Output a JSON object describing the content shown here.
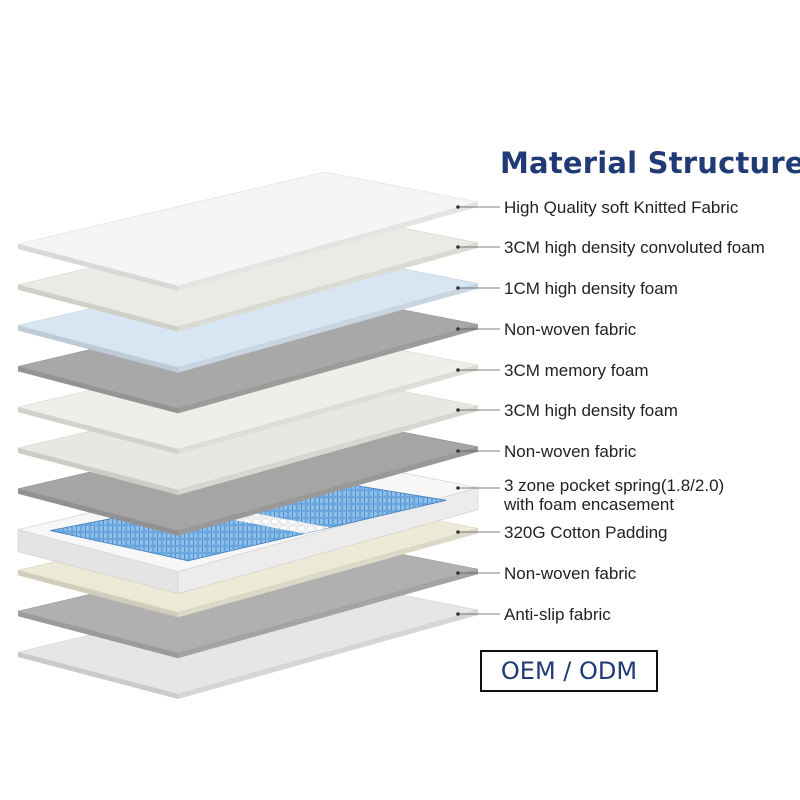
{
  "title": "Material Structure",
  "badge": "OEM / ODM",
  "layers": [
    {
      "label": "High Quality soft Knitted Fabric",
      "color": "#f5f5f5"
    },
    {
      "label": "3CM high density convoluted foam",
      "color": "#ebebe6"
    },
    {
      "label": "1CM high density foam",
      "color": "#d8e6f3"
    },
    {
      "label": "Non-woven fabric",
      "color": "#a8a8a8"
    },
    {
      "label": "3CM memory foam",
      "color": "#efefe9"
    },
    {
      "label": "3CM high density foam",
      "color": "#e8e8e2"
    },
    {
      "label": "Non-woven fabric",
      "color": "#a5a5a5"
    },
    {
      "label": "3 zone pocket spring(1.8/2.0)",
      "label2": "with foam encasement",
      "color": "#ffffff"
    },
    {
      "label": "320G Cotton Padding",
      "color": "#ece9d6"
    },
    {
      "label": "Non-woven fabric",
      "color": "#b0b0b0"
    },
    {
      "label": "Anti-slip fabric",
      "color": "#e6e6e6"
    }
  ],
  "colors": {
    "title": "#1f3a75",
    "spring": "#5f9fdc",
    "leader": "#555555"
  }
}
